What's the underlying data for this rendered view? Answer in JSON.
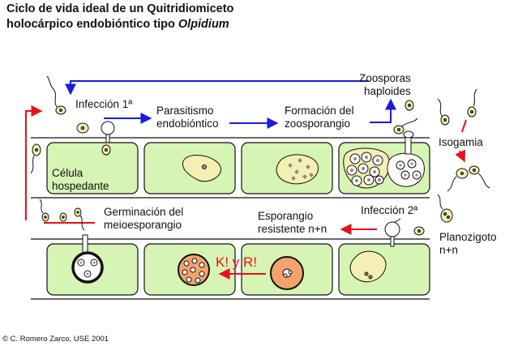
{
  "title": {
    "line1": "Ciclo de vida ideal de un Quitridiomiceto",
    "line2_prefix": "holocárpico endobióntico tipo ",
    "line2_italic": "Olpidium"
  },
  "labels": {
    "infeccion1": "Infección 1ª",
    "parasitismo_line1": "Parasitismo",
    "parasitismo_line2": "endobióntico",
    "formacion_line1": "Formación del",
    "formacion_line2": "zoosporangio",
    "zoosporas_line1": "Zoosporas",
    "zoosporas_line2": "haploides",
    "isogamia": "Isogamia",
    "celula_line1": "Célula",
    "celula_line2": "hospedante",
    "germinacion_line1": "Germinación del",
    "germinacion_line2": "meioesporangio",
    "infeccion2": "Infección 2ª",
    "esporangio_line1": "Esporangio",
    "esporangio_line2": "resistente n+n",
    "planozigoto_line1": "Planozigoto",
    "planozigoto_line2": "n+n",
    "kyr": "K! y R!"
  },
  "credit": "© C. Romero Zarco, USE 2001",
  "colors": {
    "cell_fill": "#d6f4b4",
    "spore_fill": "#f4f0b4",
    "resistant_fill": "#f5a36a",
    "arrow_blue": "#1a1adf",
    "arrow_red": "#e8101a",
    "line": "#111111"
  }
}
